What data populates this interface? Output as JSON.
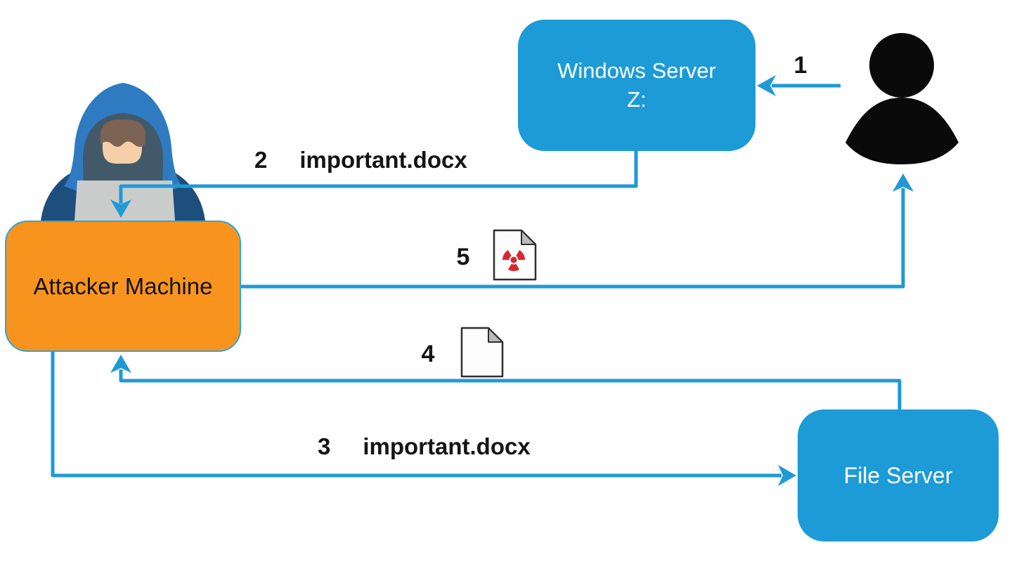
{
  "nodes": {
    "windows_server": {
      "line1": "Windows Server",
      "line2": "Z:"
    },
    "attacker_machine": {
      "label": "Attacker Machine"
    },
    "file_server": {
      "label": "File Server"
    },
    "user": {
      "icon": "person-icon"
    },
    "attacker": {
      "icon": "hooded-attacker-icon"
    }
  },
  "edges": [
    {
      "step": "1",
      "label": "",
      "from": "user",
      "to": "windows_server"
    },
    {
      "step": "2",
      "label": "important.docx",
      "from": "windows_server",
      "to": "attacker_machine"
    },
    {
      "step": "3",
      "label": "important.docx",
      "from": "attacker_machine",
      "to": "file_server"
    },
    {
      "step": "4",
      "label": "",
      "from": "file_server",
      "to": "attacker_machine",
      "icon": "document-icon"
    },
    {
      "step": "5",
      "label": "",
      "from": "attacker_machine",
      "to": "user",
      "icon": "malicious-document-icon"
    }
  ],
  "colors": {
    "node_blue": "#1C9BD6",
    "node_orange": "#F8941E",
    "orange_border": "#2BA7DF",
    "connector_blue": "#1F9AD5",
    "malware_red": "#D7282F",
    "person_black": "#0A0A0A",
    "label_text": "#151515",
    "node_text_light": "#FFFFFF"
  }
}
